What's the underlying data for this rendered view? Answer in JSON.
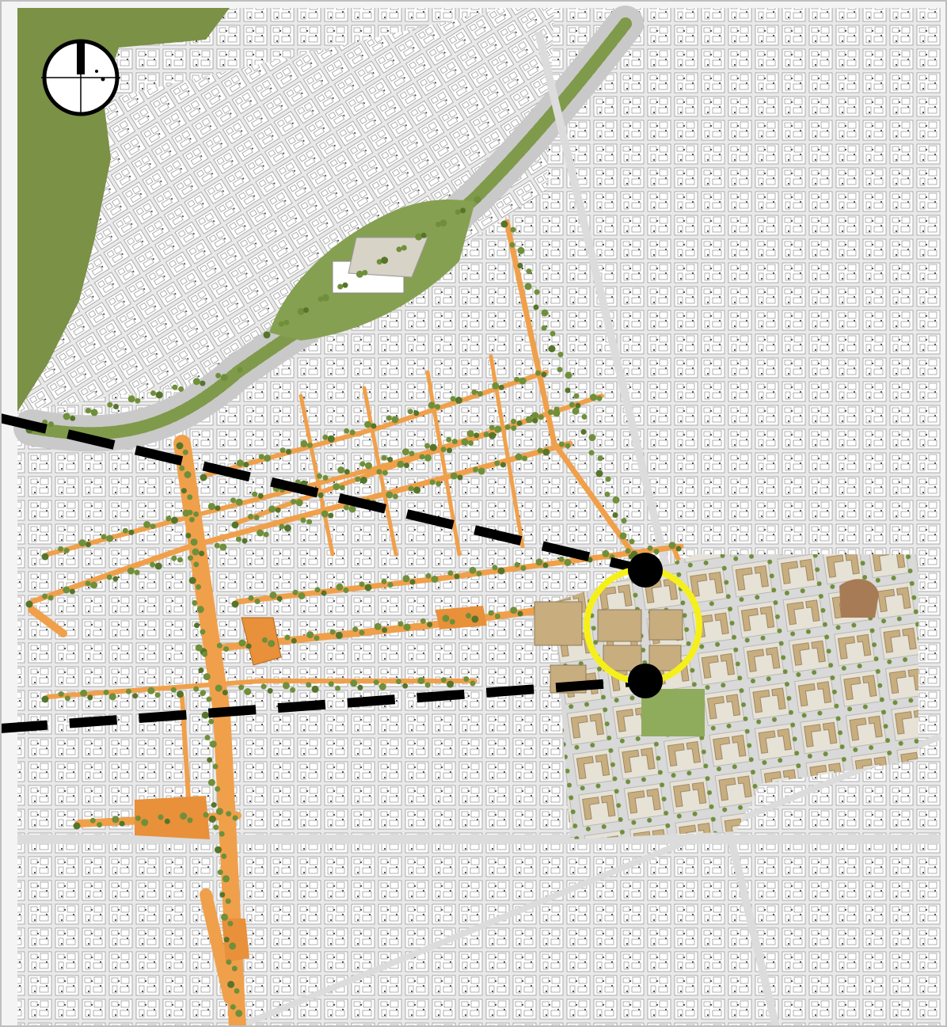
{
  "map": {
    "type": "urban master plan",
    "colors": {
      "background": "#f4f4f4",
      "street": "#e9e9e9",
      "block": "#ffffff",
      "block_stroke": "#9a9a9a",
      "park_green": "#7a9146",
      "tree_green": "#6f8f3a",
      "tree_dark": "#55752a",
      "orange_corridor": "#f0a04b",
      "new_development": "#c8ad7f",
      "plaza_grey": "#d6d6d6",
      "marker_black": "#000000",
      "highlight_yellow": "#f6f01a"
    },
    "north_arrow": {
      "icon": "north-arrow-icon"
    },
    "markers": [
      {
        "name": "station-upper",
        "icon": "black-dot"
      },
      {
        "name": "station-lower",
        "icon": "black-dot"
      }
    ],
    "highlight": {
      "icon": "yellow-circle"
    }
  }
}
